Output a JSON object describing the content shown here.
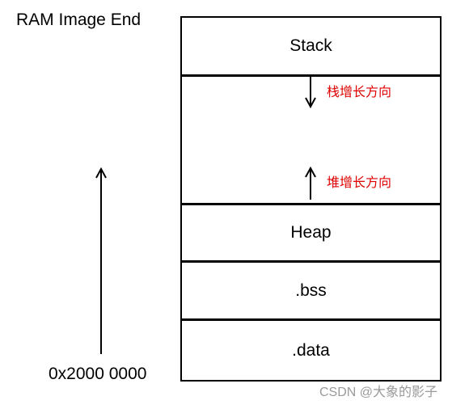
{
  "address_labels": {
    "top": "RAM Image End",
    "bottom": "0x2000 0000"
  },
  "regions": {
    "stack": "Stack",
    "free": "",
    "heap": "Heap",
    "bss": ".bss",
    "data": ".data"
  },
  "growth": {
    "stack_direction": "栈增长方向",
    "heap_direction": "堆增长方向"
  },
  "colors": {
    "growth_text": "#e00000",
    "lines": "#000000",
    "watermark": "#9a9a9a"
  },
  "icons": {
    "stack_growth": "arrow-down-icon",
    "heap_growth": "arrow-up-icon",
    "address_direction": "arrow-up-icon"
  },
  "watermark": "CSDN @大象的影子"
}
